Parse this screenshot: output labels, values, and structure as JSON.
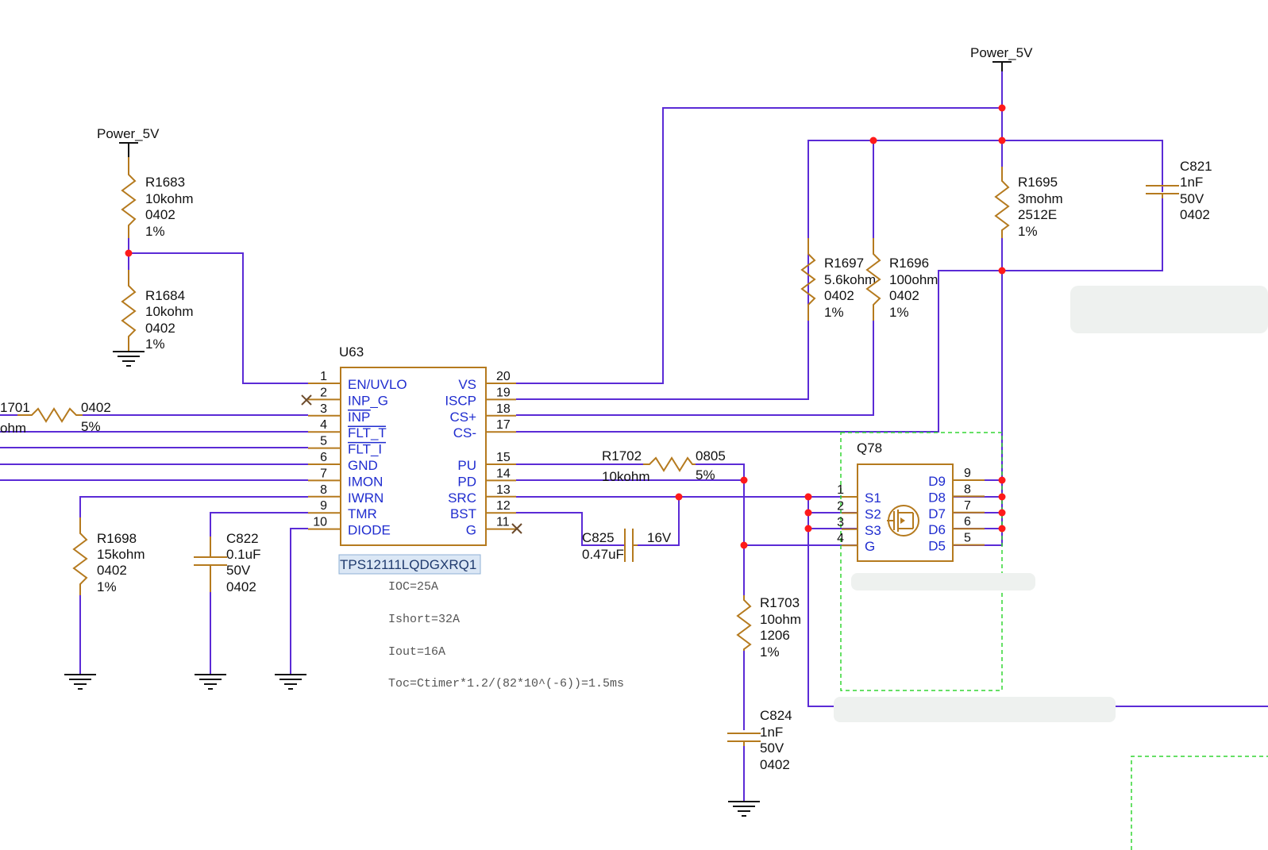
{
  "power_labels": {
    "left": "Power_5V",
    "right": "Power_5V"
  },
  "R1683": {
    "ref": "R1683",
    "value": "10kohm",
    "pkg": "0402",
    "tol": "1%"
  },
  "R1684": {
    "ref": "R1684",
    "value": "10kohm",
    "pkg": "0402",
    "tol": "1%"
  },
  "R1701": {
    "ref": "1701",
    "value": "ohm",
    "pkg": "0402",
    "tol": "5%"
  },
  "R1698": {
    "ref": "R1698",
    "value": "15kohm",
    "pkg": "0402",
    "tol": "1%"
  },
  "C822": {
    "ref": "C822",
    "value": "0.1uF",
    "volt": "50V",
    "pkg": "0402"
  },
  "R1695": {
    "ref": "R1695",
    "value": "3mohm",
    "pkg": "2512E",
    "tol": "1%"
  },
  "C821": {
    "ref": "C821",
    "value": "1nF",
    "volt": "50V",
    "pkg": "0402"
  },
  "R1697": {
    "ref": "R1697",
    "value": "5.6kohm",
    "pkg": "0402",
    "tol": "1%"
  },
  "R1696": {
    "ref": "R1696",
    "value": "100ohm",
    "pkg": "0402",
    "tol": "1%"
  },
  "R1702": {
    "ref": "R1702",
    "value": "10kohm",
    "pkg": "0805",
    "tol": "5%"
  },
  "C825": {
    "ref": "C825",
    "value": "0.47uF",
    "volt": "16V"
  },
  "R1703": {
    "ref": "R1703",
    "value": "10ohm",
    "pkg": "1206",
    "tol": "1%"
  },
  "C824": {
    "ref": "C824",
    "value": "1nF",
    "volt": "50V",
    "pkg": "0402"
  },
  "U63": {
    "ref": "U63",
    "part": "TPS12111LQDGXRQ1",
    "left_pins": [
      {
        "num": "1",
        "name": "EN/UVLO"
      },
      {
        "num": "2",
        "name": "INP_G"
      },
      {
        "num": "3",
        "name": "INP"
      },
      {
        "num": "4",
        "name": "FLT_T"
      },
      {
        "num": "5",
        "name": "FLT_I"
      },
      {
        "num": "6",
        "name": "GND"
      },
      {
        "num": "7",
        "name": "IMON"
      },
      {
        "num": "8",
        "name": "IWRN"
      },
      {
        "num": "9",
        "name": "TMR"
      },
      {
        "num": "10",
        "name": "DIODE"
      }
    ],
    "right_pins": [
      {
        "num": "20",
        "name": "VS"
      },
      {
        "num": "19",
        "name": "ISCP"
      },
      {
        "num": "18",
        "name": "CS+"
      },
      {
        "num": "17",
        "name": "CS-"
      },
      {
        "num": "15",
        "name": "PU"
      },
      {
        "num": "14",
        "name": "PD"
      },
      {
        "num": "13",
        "name": "SRC"
      },
      {
        "num": "12",
        "name": "BST"
      },
      {
        "num": "11",
        "name": "G"
      }
    ]
  },
  "Q78": {
    "ref": "Q78",
    "left_pins": [
      {
        "num": "1",
        "name": "S1"
      },
      {
        "num": "2",
        "name": "S2"
      },
      {
        "num": "3",
        "name": "S3"
      },
      {
        "num": "4",
        "name": "G"
      }
    ],
    "right_pins": [
      {
        "num": "9",
        "name": "D9"
      },
      {
        "num": "8",
        "name": "D8"
      },
      {
        "num": "7",
        "name": "D7"
      },
      {
        "num": "6",
        "name": "D6"
      },
      {
        "num": "5",
        "name": "D5"
      }
    ]
  },
  "notes": [
    "IOC=25A",
    "Ishort=32A",
    "Iout=16A",
    "Toc=Ctimer*1.2/(82*10^(-6))=1.5ms"
  ],
  "colors": {
    "wire": "#5b2bd6",
    "component": "#b57a1e",
    "junction": "#ff1a1a",
    "pin_name": "#1f2ccf"
  }
}
